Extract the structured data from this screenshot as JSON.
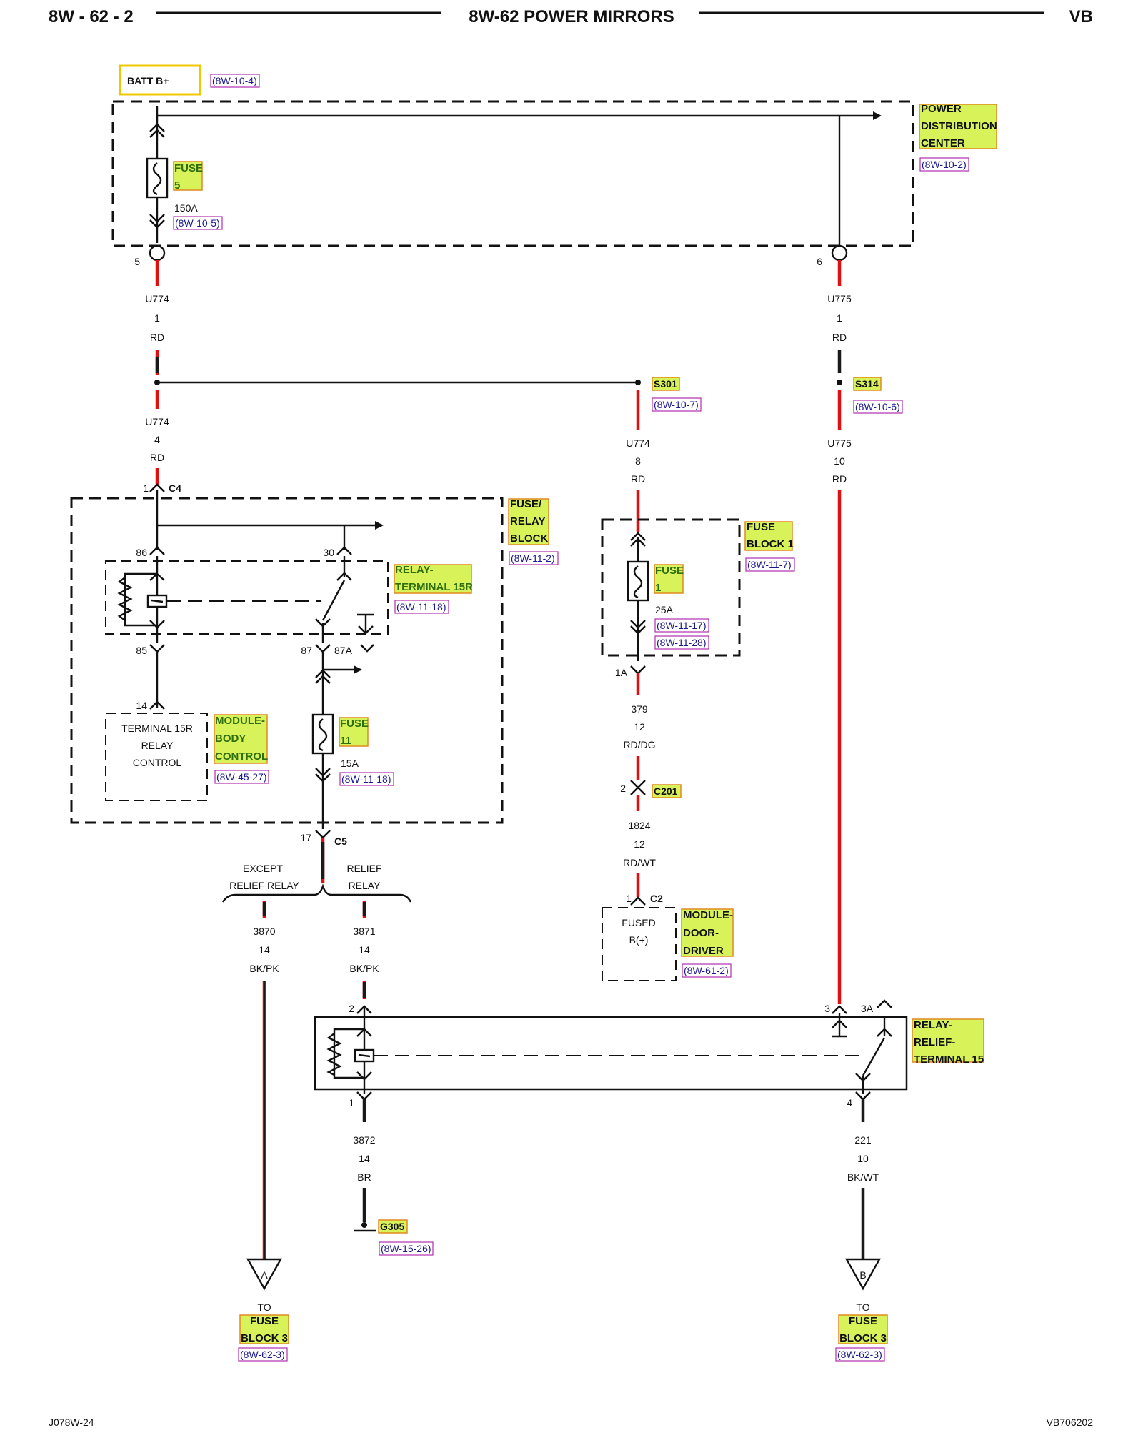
{
  "header": {
    "page_id": "8W - 62 - 2",
    "title": "8W-62 POWER MIRRORS",
    "model": "VB"
  },
  "footer": {
    "left_code": "J078W-24",
    "right_code": "VB706202"
  },
  "batt": {
    "label": "BATT B+",
    "ref": "(8W-10-4)"
  },
  "pdc": {
    "name_lines": [
      "POWER",
      "DISTRIBUTION",
      "CENTER"
    ],
    "ref": "(8W-10-2)",
    "fuse_lines": [
      "FUSE",
      "5"
    ],
    "fuse_amp": "150A",
    "fuse_ref": "(8W-10-5)",
    "pin_left": "5",
    "pin_right": "6"
  },
  "wires": {
    "u774_top": [
      "U774",
      "1",
      "RD"
    ],
    "u775_top": [
      "U775",
      "1",
      "RD"
    ],
    "u774_mid": [
      "U774",
      "4",
      "RD"
    ],
    "u774_s301": [
      "U774",
      "8",
      "RD"
    ],
    "u775_s314": [
      "U775",
      "10",
      "RD"
    ],
    "w379": [
      "379",
      "12",
      "RD/DG"
    ],
    "w1824": [
      "1824",
      "12",
      "RD/WT"
    ],
    "w3870": [
      "3870",
      "14",
      "BK/PK"
    ],
    "w3871": [
      "3871",
      "14",
      "BK/PK"
    ],
    "w3872": [
      "3872",
      "14",
      "BR"
    ],
    "w221": [
      "221",
      "10",
      "BK/WT"
    ]
  },
  "splices": {
    "s301": {
      "label": "S301",
      "ref": "(8W-10-7)"
    },
    "s314": {
      "label": "S314",
      "ref": "(8W-10-6)"
    }
  },
  "frb": {
    "name_lines": [
      "FUSE/",
      "RELAY",
      "BLOCK"
    ],
    "ref": "(8W-11-2)",
    "connector_c4": "C4",
    "pin_c4": "1",
    "relay_name_lines": [
      "RELAY-",
      "TERMINAL 15R"
    ],
    "relay_ref": "(8W-11-18)",
    "pin_86": "86",
    "pin_30": "30",
    "pin_85": "85",
    "pin_87": "87",
    "pin_87a": "87A",
    "fuse_lines": [
      "FUSE",
      "11"
    ],
    "fuse_amp": "15A",
    "fuse_ref": "(8W-11-18)",
    "connector_c5": "C5",
    "pin_c5": "17"
  },
  "bcm": {
    "pin": "14",
    "text_lines": [
      "TERMINAL 15R",
      "RELAY",
      "CONTROL"
    ],
    "name_lines": [
      "MODULE-",
      "BODY",
      "CONTROL"
    ],
    "ref": "(8W-45-27)"
  },
  "fb1": {
    "name_lines": [
      "FUSE",
      "BLOCK 1"
    ],
    "ref": "(8W-11-7)",
    "fuse_lines": [
      "FUSE",
      "1"
    ],
    "fuse_amp": "25A",
    "fuse_refs": [
      "(8W-11-17)",
      "(8W-11-28)"
    ],
    "pin_out": "1A"
  },
  "c201": {
    "label": "C201",
    "pin": "2"
  },
  "ddm": {
    "connector": "C2",
    "pin": "1",
    "text_lines": [
      "FUSED",
      "B(+)"
    ],
    "name_lines": [
      "MODULE-",
      "DOOR-",
      "DRIVER"
    ],
    "ref": "(8W-61-2)"
  },
  "split": {
    "left_lines": [
      "EXCEPT",
      "RELIEF RELAY"
    ],
    "right_lines": [
      "RELIEF",
      "RELAY"
    ]
  },
  "relief_relay": {
    "name_lines": [
      "RELAY-",
      "RELIEF-",
      "TERMINAL 15"
    ],
    "pin_2": "2",
    "pin_1": "1",
    "pin_3": "3",
    "pin_3a": "3A",
    "pin_4": "4"
  },
  "ground": {
    "label": "G305",
    "ref": "(8W-15-26)"
  },
  "out_a": {
    "letter": "A",
    "to": "TO",
    "name_lines": [
      "FUSE",
      "BLOCK 3"
    ],
    "ref": "(8W-62-3)"
  },
  "out_b": {
    "letter": "B",
    "to": "TO",
    "name_lines": [
      "FUSE",
      "BLOCK 3"
    ],
    "ref": "(8W-62-3)"
  }
}
